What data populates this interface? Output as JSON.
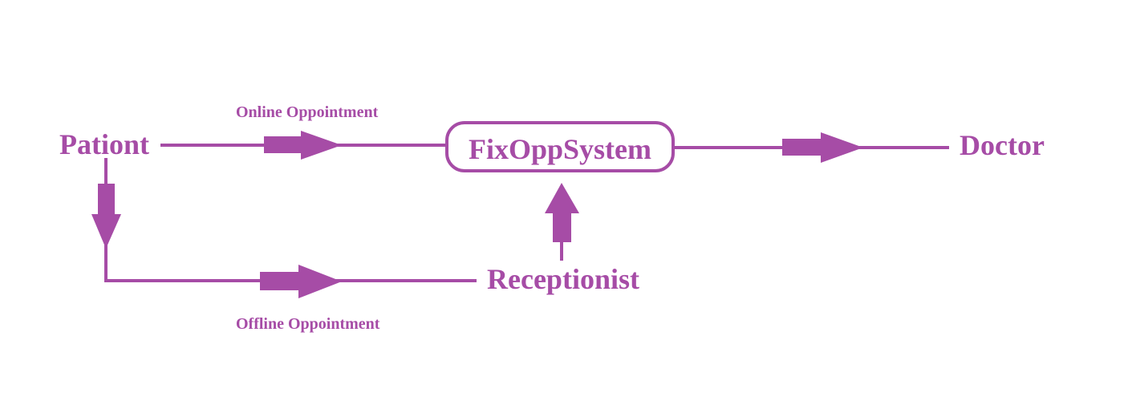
{
  "colors": {
    "accent": "#a64ca6",
    "background": "#ffffff"
  },
  "nodes": {
    "patient": {
      "label": "Pationt"
    },
    "system": {
      "label": "FixOppSystem"
    },
    "doctor": {
      "label": "Doctor"
    },
    "receptionist": {
      "label": "Receptionist"
    }
  },
  "edges": {
    "online": {
      "label": "Online Oppointment"
    },
    "offline": {
      "label": "Offline Oppointment"
    }
  }
}
